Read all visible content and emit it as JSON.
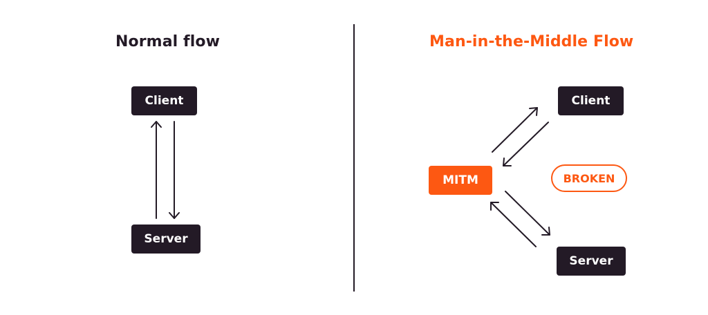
{
  "colors": {
    "accent": "#fd5812",
    "dark": "#231a26"
  },
  "normal_flow": {
    "title": "Normal flow",
    "client_label": "Client",
    "server_label": "Server"
  },
  "mitm_flow": {
    "title": "Man-in-the-Middle Flow",
    "mitm_label": "MITM",
    "client_label": "Client",
    "server_label": "Server",
    "broken_label": "BROKEN"
  }
}
